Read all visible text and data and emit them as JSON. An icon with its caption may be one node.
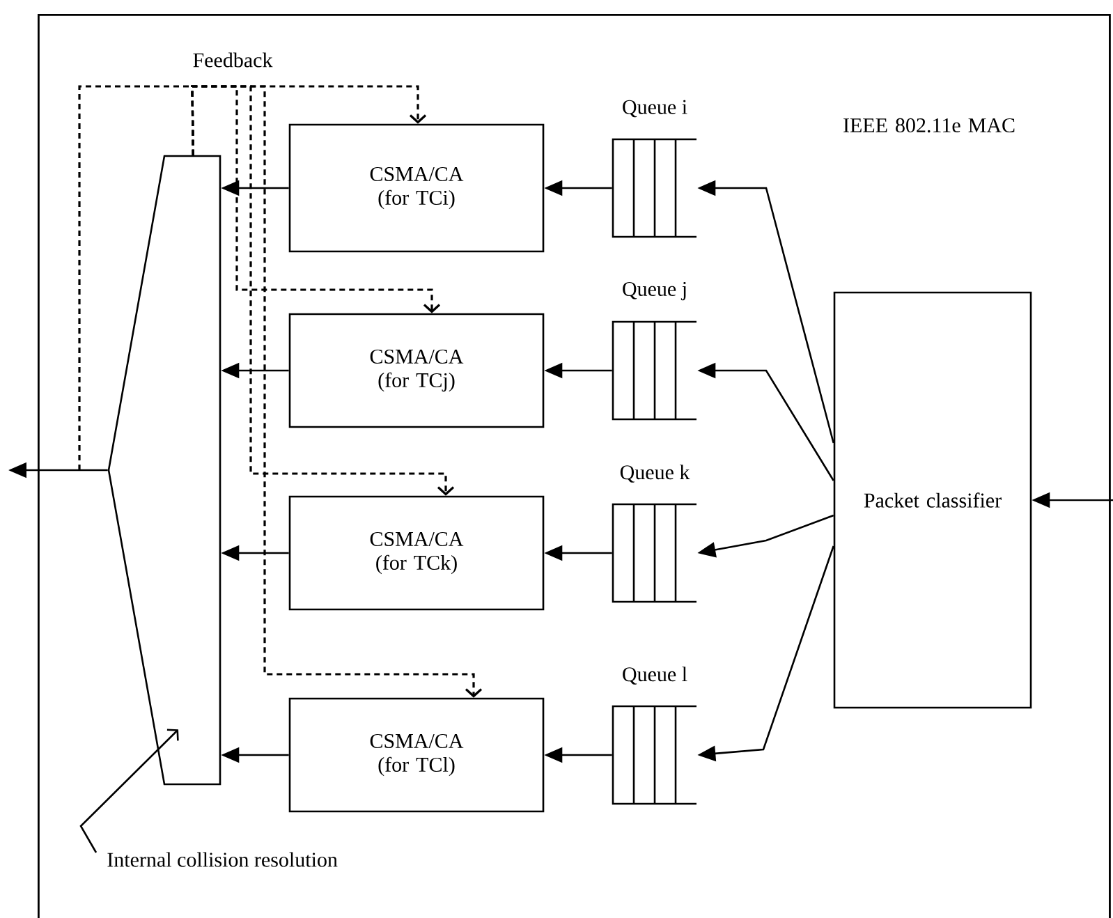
{
  "diagram": {
    "nodes": [
      {
        "text": [
          "IEEE 802.11e MAC"
        ]
      },
      {
        "text": [],
        "shape": "box",
        "in": 0
      },
      {
        "text": [
          "Internal collision resolution"
        ],
        "in": 0
      },
      {
        "text": [
          "CSMA/CA (for TCi)"
        ],
        "in": 0
      },
      {
        "text": [
          "CSMA/CA (for TCj)"
        ],
        "in": 0
      },
      {
        "text": [
          "CSMA/CA (for TCk)"
        ],
        "in": 0
      },
      {
        "text": [
          "CSMA/CA (for TCl)"
        ],
        "in": 0
      },
      {
        "text": [
          "Queue i"
        ],
        "in": 0
      },
      {
        "text": [
          "Queue j"
        ],
        "in": 0
      },
      {
        "text": [
          "Queue k"
        ],
        "in": 0
      },
      {
        "text": [
          "Queue l"
        ],
        "in": 0
      },
      {
        "text": [
          "Packet classifier"
        ],
        "in": 0
      }
    ],
    "edges": [
      {
        "from": 11,
        "to": 7,
        "arrow": "to"
      },
      {
        "from": 11,
        "to": 8,
        "arrow": "to"
      },
      {
        "from": 11,
        "to": 9,
        "arrow": "to"
      },
      {
        "from": 11,
        "to": 10,
        "arrow": "to"
      },
      {
        "from": 7,
        "to": 3,
        "arrow": "to"
      },
      {
        "from": 8,
        "to": 4,
        "arrow": "to"
      },
      {
        "from": 9,
        "to": 5,
        "arrow": "to"
      },
      {
        "from": 10,
        "to": 6,
        "arrow": "to"
      },
      {
        "from": 3,
        "to": 1,
        "arrow": "to"
      },
      {
        "from": 4,
        "to": 1,
        "arrow": "to"
      },
      {
        "from": 5,
        "to": 1,
        "arrow": "to"
      },
      {
        "from": 6,
        "to": 1,
        "arrow": "to"
      },
      {
        "from": null,
        "to": 11,
        "arrow": "to"
      },
      {
        "from": 1,
        "to": null,
        "arrow": "to"
      },
      {
        "from": 1,
        "to": 3,
        "arrow": "to",
        "style": "dashed"
      },
      {
        "from": 1,
        "to": 4,
        "arrow": "to",
        "style": "dashed"
      },
      {
        "from": 1,
        "to": 5,
        "arrow": "to",
        "style": "dashed"
      },
      {
        "from": 1,
        "to": 6,
        "arrow": "to",
        "style": "dashed"
      },
      {
        "from": 2,
        "to": 1,
        "arrow": "to"
      }
    ],
    "labels": [
      "Feedback"
    ]
  }
}
